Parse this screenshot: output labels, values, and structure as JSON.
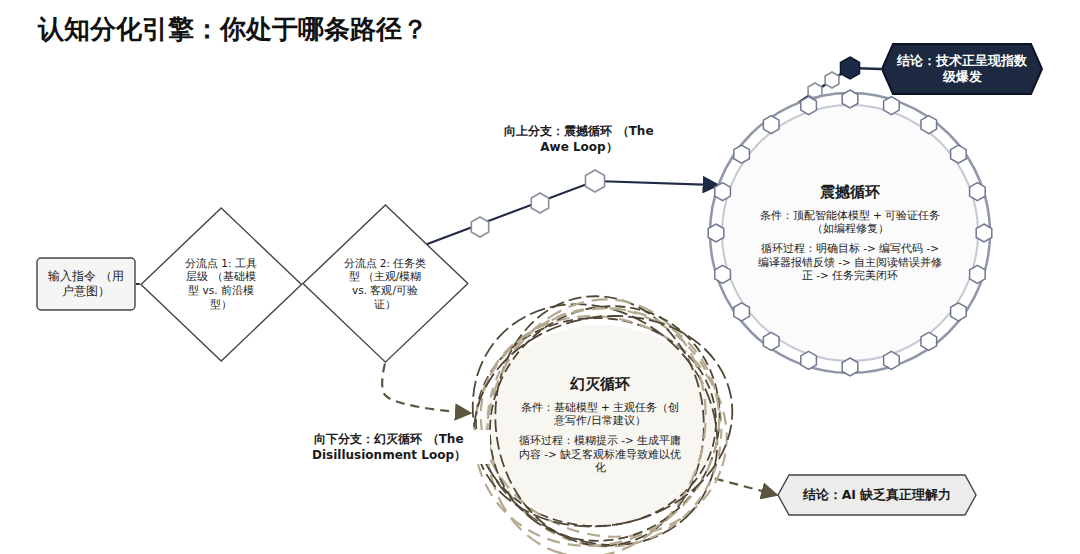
{
  "diagram": {
    "title": "认知分化引擎：你处于哪条路径？",
    "nodes": [
      {
        "text": [
          "输入指令 （用户意图）"
        ]
      },
      {
        "text": [
          "分流点 1: 工具层级 （基础模型 vs. 前沿模型）"
        ]
      },
      {
        "text": [
          "分流点 2: 任务类型 （主观/模糊 vs. 客观/可验证）"
        ]
      },
      {
        "text": [
          "震撼循环",
          "条件：顶配智能体模型 + 可验证任务（如编程修复）",
          "循环过程：明确目标 -> 编写代码 -> 编译器报错反馈 -> 自主阅读错误并修正 -> 任务完美闭环"
        ]
      },
      {
        "text": [
          "结论：技术正呈现指数级爆发"
        ]
      },
      {
        "text": [
          "幻灭循环",
          "条件：基础模型 + 主观任务（创意写作/日常建议）",
          "循环过程：模糊提示 -> 生成平庸内容 -> 缺乏客观标准导致难以优化"
        ]
      },
      {
        "text": [
          "结论：AI 缺乏真正理解力"
        ]
      }
    ],
    "edges": [
      {
        "from": 0,
        "to": 1,
        "arrow": "none"
      },
      {
        "from": 1,
        "to": 2,
        "arrow": "none"
      },
      {
        "from": 2,
        "to": 3,
        "label": "向上分支：震撼循环 （The Awe Loop）",
        "arrow": "to"
      },
      {
        "from": 3,
        "to": 4,
        "arrow": "none"
      },
      {
        "from": 2,
        "to": 5,
        "label": "向下分支：幻灭循环 （The Disillusionment Loop）",
        "arrow": "to"
      },
      {
        "from": 5,
        "to": 6,
        "arrow": "to"
      }
    ]
  }
}
